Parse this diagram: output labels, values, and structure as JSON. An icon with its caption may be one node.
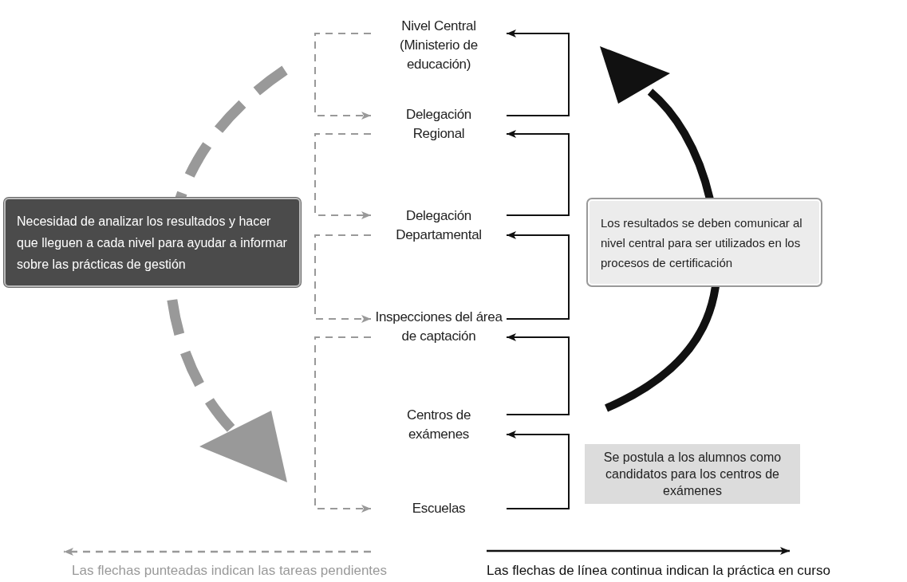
{
  "diagram": {
    "nodes": [
      {
        "text": [
          "Nivel Central (Ministerio de educación)"
        ]
      },
      {
        "text": [
          "Delegación Regional"
        ]
      },
      {
        "text": [
          "Delegación Departamental"
        ]
      },
      {
        "text": [
          "Inspecciones del área de captación"
        ]
      },
      {
        "text": [
          "Centros de exámenes"
        ]
      },
      {
        "text": [
          "Escuelas"
        ]
      },
      {
        "text": [
          "Necesidad de analizar los resultados y hacer que lleguen a cada nivel para ayudar a informar sobre las prácticas de gestión"
        ]
      },
      {
        "text": [
          "Los resultados se deben comunicar al nivel central para ser utilizados en los procesos de certificación"
        ]
      },
      {
        "text": [
          "Se postula a los alumnos como candidatos para los centros de exámenes"
        ]
      }
    ],
    "edges": [
      {
        "from": 1,
        "to": 0,
        "arrow": "to"
      },
      {
        "from": 2,
        "to": 1,
        "arrow": "to"
      },
      {
        "from": 3,
        "to": 2,
        "arrow": "to"
      },
      {
        "from": 4,
        "to": 3,
        "arrow": "to"
      },
      {
        "from": 5,
        "to": 4,
        "arrow": "to"
      },
      {
        "from": 0,
        "to": 1,
        "arrow": "to",
        "style": "dashed",
        "color": "#999999"
      },
      {
        "from": 1,
        "to": 2,
        "arrow": "to",
        "style": "dashed",
        "color": "#999999"
      },
      {
        "from": 2,
        "to": 3,
        "arrow": "to",
        "style": "dashed",
        "color": "#999999"
      },
      {
        "from": 3,
        "to": 5,
        "arrow": "to",
        "style": "dashed",
        "color": "#999999"
      }
    ],
    "legend": [
      {
        "text": "Las flechas punteadas indican las tareas pendientes"
      },
      {
        "text": "Las flechas de línea continua indican la práctica en curso"
      }
    ]
  }
}
